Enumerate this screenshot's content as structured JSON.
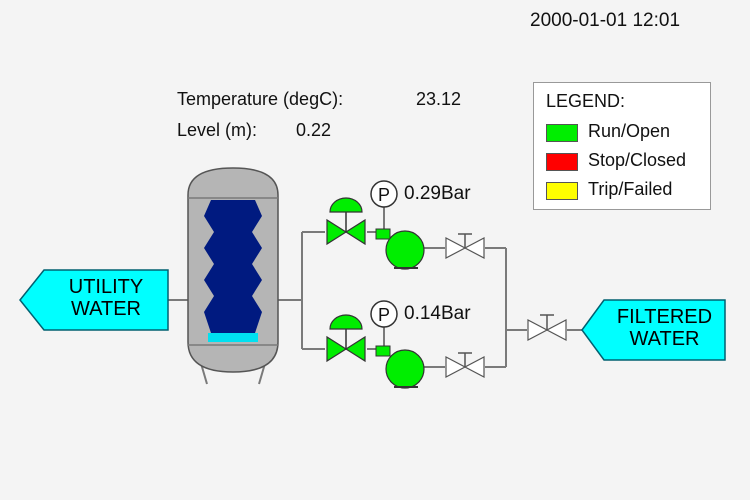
{
  "header": {
    "timestamp": "2000-01-01 12:01"
  },
  "tank": {
    "temperature_label": "Temperature (degC):",
    "temperature_value": "23.12",
    "level_label": "Level (m):",
    "level_value": "0.22",
    "level_fraction": 0.04
  },
  "legend": {
    "title": "LEGEND:",
    "items": [
      {
        "label": "Run/Open",
        "color": "#00ee00"
      },
      {
        "label": "Stop/Closed",
        "color": "#ff0000"
      },
      {
        "label": "Trip/Failed",
        "color": "#ffff00"
      }
    ]
  },
  "inlet": {
    "line1": "UTILITY",
    "line2": "WATER"
  },
  "outlet": {
    "line1": "FILTERED",
    "line2": "WATER"
  },
  "pumps": [
    {
      "pressure": "0.29Bar",
      "gauge_letter": "P"
    },
    {
      "pressure": "0.14Bar",
      "gauge_letter": "P"
    }
  ],
  "colors": {
    "running": "#00ee00",
    "tank_body": "#b5b5b5",
    "media": "#001a80",
    "water": "#00e0f0",
    "callout": "#00ffff",
    "pipe": "#7a7a7a"
  }
}
